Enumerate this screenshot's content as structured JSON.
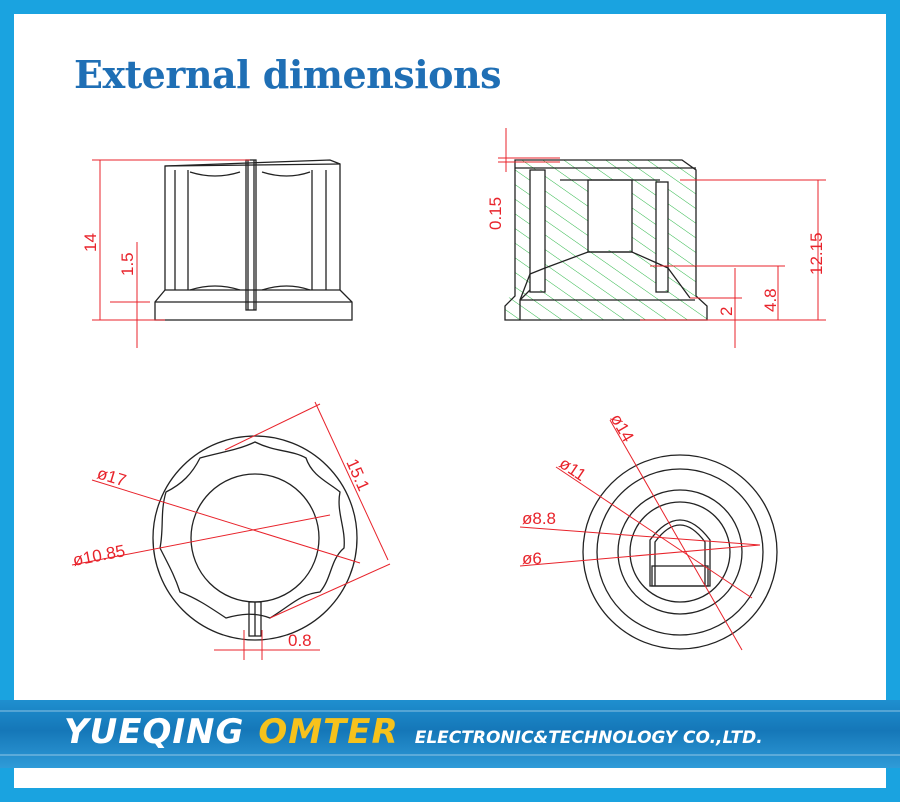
{
  "title": "External dimensions",
  "dimensions": {
    "side_height": "14",
    "side_flange": "1.5",
    "section_top": "0.15",
    "section_total": "12.15",
    "section_inner": "4.8",
    "section_base": "2",
    "top_dia_17": "ø17",
    "top_width_15_1": "15.1",
    "top_dia_10_85": "ø10.85",
    "top_slot": "0.8",
    "bottom_dia_14": "ø14",
    "bottom_dia_11": "ø11",
    "bottom_dia_8_8": "ø8.8",
    "bottom_dia_6": "ø6"
  },
  "banner": {
    "word1": "YUEQING",
    "word2": "OMTER",
    "word3": "ELECTRONIC&TECHNOLOGY  CO.,LTD."
  },
  "colors": {
    "frame": "#1aa3e0",
    "title": "#1f6fb5",
    "dimension": "#e8232b",
    "hatch": "#2fb84a",
    "brand_yellow": "#f6c21c"
  }
}
